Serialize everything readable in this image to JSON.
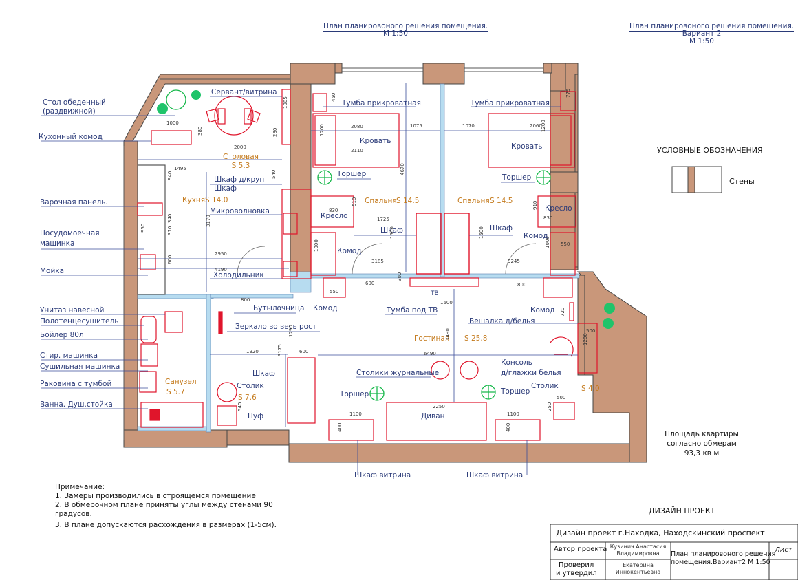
{
  "headers": {
    "plan1_title": "План планировоного решения помещения.",
    "plan1_scale": "М 1:50",
    "plan2_title": "План планировоного решения помещения.",
    "plan2_variant": "Вариант 2",
    "plan2_scale": "М 1:50"
  },
  "legend": {
    "title": "УСЛОВНЫЕ ОБОЗНАЧЕНИЯ",
    "walls_label": "Стены",
    "wall_color": "#c9977a"
  },
  "callouts": {
    "dining_table_1": "Стол обеденный",
    "dining_table_2": "(раздвижной)",
    "kitchen_dresser": "Кухонный комод",
    "cooktop": "Варочная панель.",
    "dishwasher_1": "Посудомоечная",
    "dishwasher_2": "машинка",
    "sink": "Мойка",
    "toilet": "Унитаз навесной",
    "towel_dryer": "Полотенцесушитель",
    "boiler": "Бойлер 80л",
    "washer": "Стир. машинка",
    "dryer": "Сушильная машинка",
    "basin": "Раковина с тумбой",
    "bath": "Ванна. Душ.стойка",
    "sideboard": "Сервант/витрина",
    "cereal_cabinet": "Шкаф д/круп",
    "cabinet_1": "Шкаф",
    "microwave": "Микроволновка",
    "fridge": "Холодильник",
    "bottle_rack": "Бутылочница",
    "mirror": "Зеркало во весь рост",
    "cabinet_hall": "Шкаф",
    "small_table_hall": "Столик",
    "pouf": "Пуф",
    "bedside_1": "Тумба прикроватная",
    "bed_1": "Кровать",
    "floor_lamp_1": "Торшер",
    "armchair_1": "Кресло",
    "wardrobe_1": "Шкаф",
    "chest_1": "Комод",
    "chest_2": "Комод",
    "bedside_2": "Тумба прикроватная",
    "bed_2": "Кровать",
    "floor_lamp_2": "Торшер",
    "armchair_2": "Кресло",
    "wardrobe_2": "Шкаф",
    "chest_3": "Комод",
    "tv_stand": "Тумба под ТВ",
    "tv": "ТВ",
    "chest_4": "Комод",
    "clothes_hanger": "Вешалка д/белья",
    "coffee_tables": "Столики журнальные",
    "console_1": "Консоль",
    "console_2": "д/глажки белья",
    "floor_lamp_3": "Торшер",
    "floor_lamp_4": "Торшер",
    "sofa": "Диван",
    "small_table_balcony": "Столик",
    "showcase_1": "Шкаф витрина",
    "showcase_2": "Шкаф витрина"
  },
  "rooms": {
    "dining_name": "Столовая",
    "dining_area": "S 5.3",
    "kitchen_name": "Кухня",
    "kitchen_area": "S 14.0",
    "bedroom1_name": "Спальня",
    "bedroom1_area": "S 14.5",
    "bedroom2_name": "Спальня",
    "bedroom2_area": "S 14.5",
    "living_name": "Гостиная",
    "living_area": "S 25.8",
    "bath_name": "Санузел",
    "bath_area": "S 5.7",
    "hall_area": "S 7.6",
    "balcony_area": "S 4.0"
  },
  "dimensions": [
    "1000",
    "380",
    "2000",
    "230",
    "1085",
    "1495",
    "940",
    "340",
    "310",
    "950",
    "600",
    "3170",
    "2950",
    "4190",
    "800",
    "540",
    "1920",
    "3175",
    "600",
    "1290",
    "540",
    "450",
    "2080",
    "1200",
    "2110",
    "1075",
    "4670",
    "830",
    "510",
    "1725",
    "1500",
    "1000",
    "3185",
    "600",
    "550",
    "1070",
    "2060",
    "1200",
    "775",
    "910",
    "830",
    "1500",
    "1000",
    "3245",
    "800",
    "550",
    "300",
    "1600",
    "720",
    "500",
    "1200",
    "6490",
    "3490",
    "2250",
    "1100",
    "400",
    "500",
    "250",
    "400",
    "1100"
  ],
  "area_note": {
    "line1": "Площадь квартиры",
    "line2": "согласно обмерам",
    "line3": "93,3 кв м"
  },
  "notes": {
    "title": "Примечание:",
    "n1": "1. Замеры производились в строящемся помещение",
    "n2a": "2. В обмерочном плане приняты углы между стенами 90",
    "n2b": "градусов.",
    "n3": "3. В плане допускаются расхождения в размерах (1-5см)."
  },
  "stamp": {
    "project_type": "ДИЗАЙН ПРОЕКТ",
    "project_title": "Дизайн проект г.Находка, Находскинский проспект",
    "author_label": "Автор проекта",
    "author_name_1": "Кузинич Анастасия",
    "author_name_2": "Владимировна",
    "checked_label_1": "Проверил",
    "checked_label_2": "и утвердил",
    "checker_name_1": "Екатерина",
    "checker_name_2": "Иннокентьевна",
    "sheet_title_1": "План планировоного решения",
    "sheet_title_2": "помещения.Вариант2  М 1:50",
    "sheet_label": "Лист"
  }
}
